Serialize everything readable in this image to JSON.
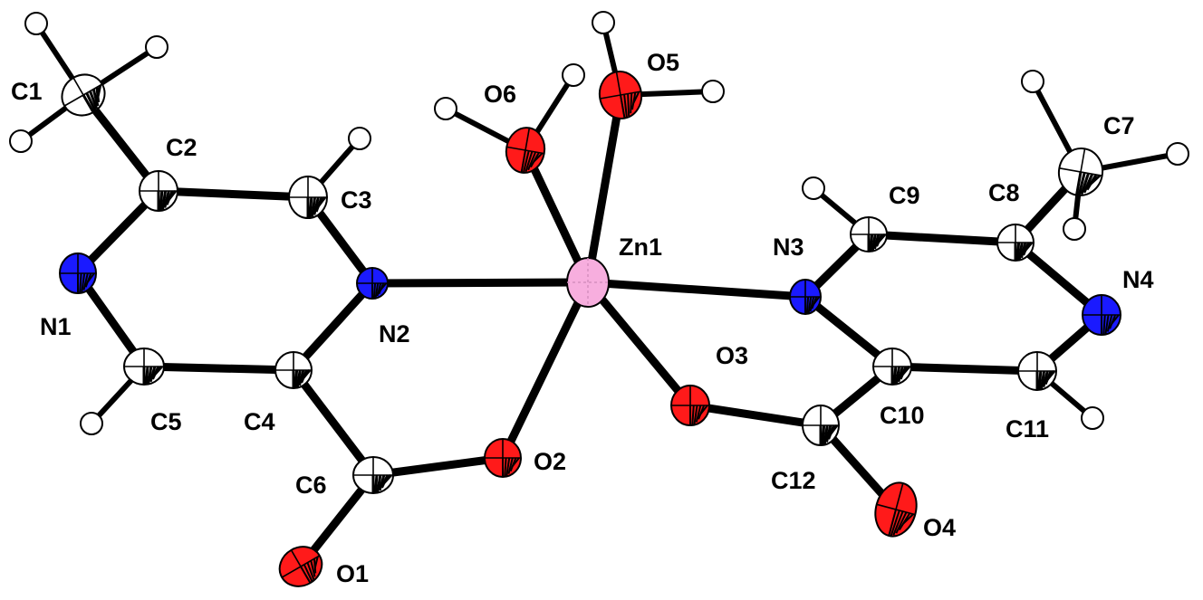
{
  "molecule": {
    "colors": {
      "C": "#ffffff",
      "N": "#1a1aff",
      "O": "#ff1a1a",
      "Zn": "#f7aede",
      "H": "#ffffff",
      "bond": "#000000"
    },
    "atoms": [
      {
        "id": "C1",
        "element": "C",
        "label": "C1"
      },
      {
        "id": "C2",
        "element": "C",
        "label": "C2"
      },
      {
        "id": "C3",
        "element": "C",
        "label": "C3"
      },
      {
        "id": "N1",
        "element": "N",
        "label": "N1"
      },
      {
        "id": "N2",
        "element": "N",
        "label": "N2"
      },
      {
        "id": "C5",
        "element": "C",
        "label": "C5"
      },
      {
        "id": "C4",
        "element": "C",
        "label": "C4"
      },
      {
        "id": "C6",
        "element": "C",
        "label": "C6"
      },
      {
        "id": "O1",
        "element": "O",
        "label": "O1"
      },
      {
        "id": "O2",
        "element": "O",
        "label": "O2"
      },
      {
        "id": "Zn1",
        "element": "Zn",
        "label": "Zn1"
      },
      {
        "id": "O6",
        "element": "O",
        "label": "O6"
      },
      {
        "id": "O5",
        "element": "O",
        "label": "O5"
      },
      {
        "id": "O3",
        "element": "O",
        "label": "O3"
      },
      {
        "id": "N3",
        "element": "N",
        "label": "N3"
      },
      {
        "id": "C9",
        "element": "C",
        "label": "C9"
      },
      {
        "id": "C8",
        "element": "C",
        "label": "C8"
      },
      {
        "id": "C7",
        "element": "C",
        "label": "C7"
      },
      {
        "id": "N4",
        "element": "N",
        "label": "N4"
      },
      {
        "id": "C10",
        "element": "C",
        "label": "C10"
      },
      {
        "id": "C11",
        "element": "C",
        "label": "C11"
      },
      {
        "id": "C12",
        "element": "C",
        "label": "C12"
      },
      {
        "id": "O4",
        "element": "O",
        "label": "O4"
      }
    ],
    "bonds": [
      [
        "C1",
        "C2"
      ],
      [
        "C2",
        "C3"
      ],
      [
        "C2",
        "N1"
      ],
      [
        "N1",
        "C5"
      ],
      [
        "C5",
        "C4"
      ],
      [
        "C4",
        "N2"
      ],
      [
        "N2",
        "C3"
      ],
      [
        "C4",
        "C6"
      ],
      [
        "C6",
        "O1"
      ],
      [
        "C6",
        "O2"
      ],
      [
        "O2",
        "Zn1"
      ],
      [
        "N2",
        "Zn1"
      ],
      [
        "Zn1",
        "O6"
      ],
      [
        "Zn1",
        "O5"
      ],
      [
        "Zn1",
        "N3"
      ],
      [
        "Zn1",
        "O3"
      ],
      [
        "N3",
        "C9"
      ],
      [
        "C9",
        "C8"
      ],
      [
        "C8",
        "N4"
      ],
      [
        "N4",
        "C11"
      ],
      [
        "C11",
        "C10"
      ],
      [
        "C10",
        "N3"
      ],
      [
        "C10",
        "C12"
      ],
      [
        "C12",
        "O3"
      ],
      [
        "C12",
        "O4"
      ],
      [
        "C8",
        "C7"
      ]
    ],
    "hydrogens": [
      {
        "parent": "C1"
      },
      {
        "parent": "C1"
      },
      {
        "parent": "C1"
      },
      {
        "parent": "C3"
      },
      {
        "parent": "C5"
      },
      {
        "parent": "O6"
      },
      {
        "parent": "O6"
      },
      {
        "parent": "O5"
      },
      {
        "parent": "O5"
      },
      {
        "parent": "C9"
      },
      {
        "parent": "C7"
      },
      {
        "parent": "C7"
      },
      {
        "parent": "C7"
      },
      {
        "parent": "C11"
      }
    ]
  }
}
